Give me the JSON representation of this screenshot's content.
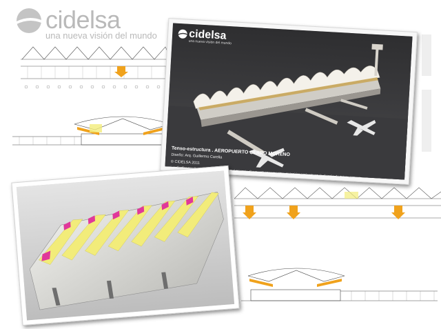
{
  "background_logo": {
    "wordmark": "cidelsa",
    "tagline": "una nueva visión del mundo"
  },
  "render_card": {
    "logo": {
      "wordmark": "cidelsa",
      "tagline": "una nueva visión del mundo"
    },
    "caption": {
      "line1": "Tenso-estructura . AEROPUERTO CERRO MORENO",
      "line2": "Diseño: Arq. Guillermo Carella",
      "line3": "© CIDELSA 2011",
      "line4": "Los diseños arquitectónicos reproducidos en el presente documento se encuentran protegidos por las leyes de derecho de autor y por con..."
    }
  },
  "colors": {
    "background": "#ffffff",
    "logo_gray": "#b9b9b9",
    "render_dark": "#3d3d3f",
    "accent_orange": "#f0a21c",
    "accent_yellow": "#f2ec7a",
    "accent_magenta": "#e0389a"
  }
}
